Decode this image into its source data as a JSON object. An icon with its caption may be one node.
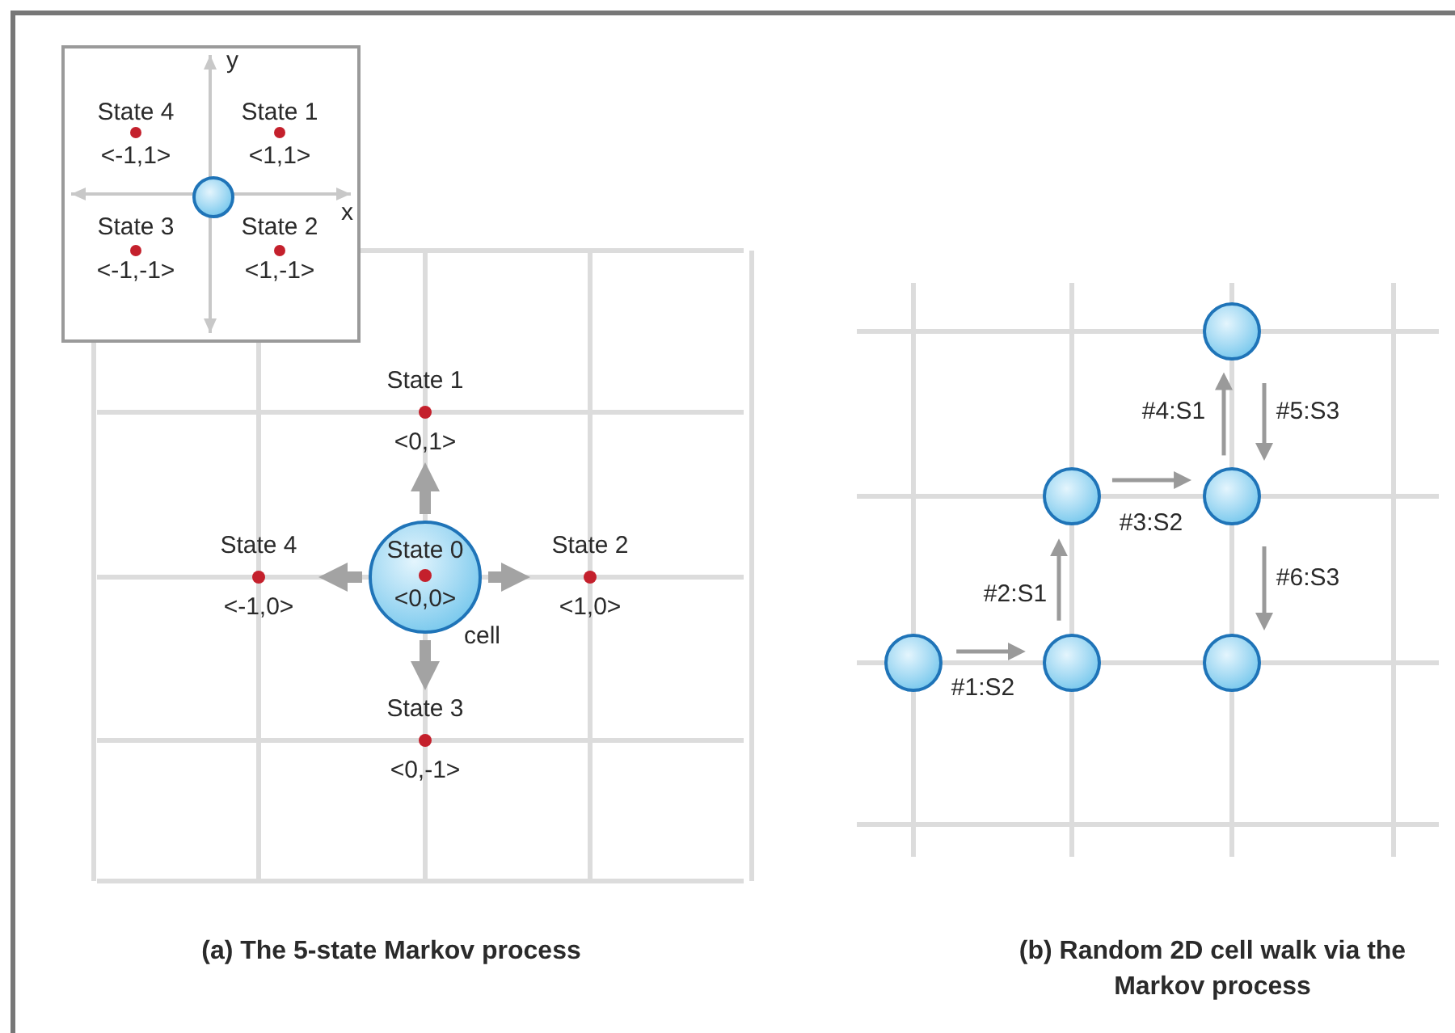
{
  "diagram": {
    "nodes": [
      {
        "text": [],
        "shape": "box"
      },
      {
        "text": [],
        "shape": "circle",
        "in": 0
      },
      {
        "text": [
          "State 1",
          "<0,1>"
        ]
      },
      {
        "text": [
          "State 4",
          "<-1,0>"
        ]
      },
      {
        "text": [
          "State 0",
          "<0,0>"
        ],
        "beside": [
          "cell"
        ]
      },
      {
        "text": [
          "State 2",
          "<1,0>"
        ]
      },
      {
        "text": [
          "State 3",
          "<0,-1>"
        ]
      },
      {
        "text": [],
        "shape": "circle"
      },
      {
        "text": [],
        "shape": "circle"
      },
      {
        "text": [],
        "shape": "circle"
      },
      {
        "text": [],
        "shape": "circle"
      },
      {
        "text": [],
        "shape": "circle"
      },
      {
        "text": [],
        "shape": "circle"
      }
    ],
    "edges": [
      {
        "from": 4,
        "to": 2,
        "arrow": "to",
        "style": "thick"
      },
      {
        "from": 4,
        "to": 5,
        "arrow": "to",
        "style": "thick"
      },
      {
        "from": 4,
        "to": 6,
        "arrow": "to",
        "style": "thick"
      },
      {
        "from": 4,
        "to": 3,
        "arrow": "to",
        "style": "thick"
      },
      {
        "from": 10,
        "to": 11,
        "arrow": "to",
        "label": "#1:S2"
      },
      {
        "from": 11,
        "to": 8,
        "arrow": "to",
        "label": "#2:S1"
      },
      {
        "from": 8,
        "to": 9,
        "arrow": "to",
        "label": "#3:S2"
      },
      {
        "from": 9,
        "to": 7,
        "arrow": "to",
        "label": "#4:S1"
      },
      {
        "from": 7,
        "to": 9,
        "arrow": "to",
        "label": "#5:S3"
      },
      {
        "from": 9,
        "to": 12,
        "arrow": "to",
        "label": "#6:S3"
      }
    ],
    "labels": [
      "y",
      "State 4",
      "<-1,1>",
      "State 1",
      "<1,1>",
      "x",
      "State 3",
      "<-1,-1>",
      "State 2",
      "<1,-1>",
      "(a) The 5-state Markov process",
      "(b) Random 2D cell walk via the Markov process"
    ]
  }
}
